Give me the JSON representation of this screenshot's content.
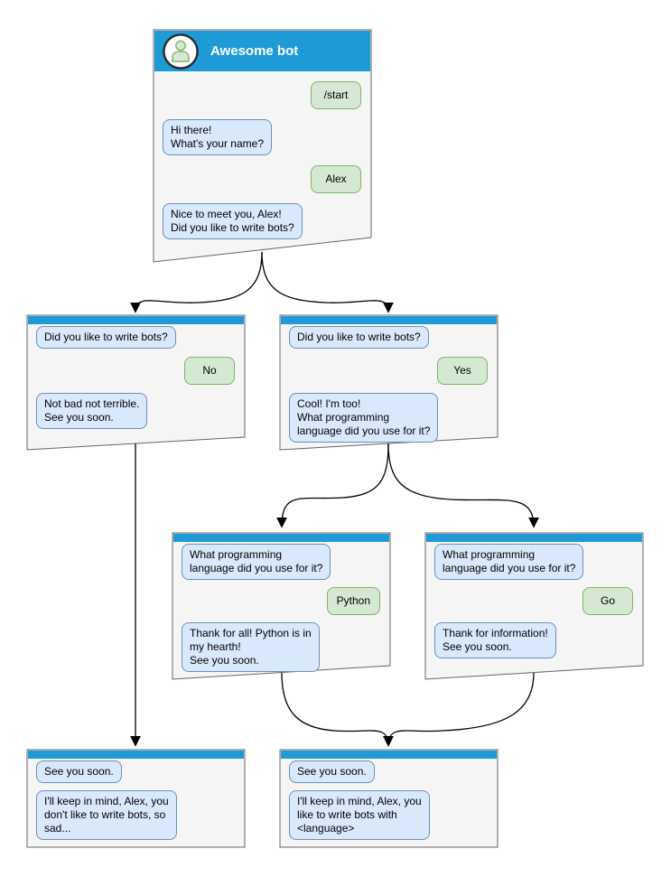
{
  "diagram_title": "Awesome bot conversation flow",
  "windows": {
    "main": {
      "title": "Awesome bot",
      "messages": [
        {
          "from": "user",
          "text": "/start"
        },
        {
          "from": "bot",
          "text": "Hi there!\nWhat's your name?"
        },
        {
          "from": "user",
          "text": "Alex"
        },
        {
          "from": "bot",
          "text": "Nice to meet you, Alex!\nDid you like to write bots?"
        }
      ]
    },
    "branch_no": {
      "messages": [
        {
          "from": "bot",
          "text": "Did you like to write bots?"
        },
        {
          "from": "user",
          "text": "No"
        },
        {
          "from": "bot",
          "text": "Not bad not terrible.\nSee you soon."
        }
      ]
    },
    "branch_yes": {
      "messages": [
        {
          "from": "bot",
          "text": "Did you like to write bots?"
        },
        {
          "from": "user",
          "text": "Yes"
        },
        {
          "from": "bot",
          "text": "Cool! I'm too!\nWhat programming\nlanguage did you use for it?"
        }
      ]
    },
    "branch_python": {
      "messages": [
        {
          "from": "bot",
          "text": "What programming\nlanguage did you use for it?"
        },
        {
          "from": "user",
          "text": "Python"
        },
        {
          "from": "bot",
          "text": "Thank for all! Python is in\nmy hearth!\nSee you soon."
        }
      ]
    },
    "branch_go": {
      "messages": [
        {
          "from": "bot",
          "text": "What programming\nlanguage did you use for it?"
        },
        {
          "from": "user",
          "text": "Go"
        },
        {
          "from": "bot",
          "text": "Thank for information!\nSee you soon."
        }
      ]
    },
    "end_no": {
      "messages": [
        {
          "from": "bot",
          "text": "See you soon."
        },
        {
          "from": "bot",
          "text": "I'll keep in mind, Alex, you\ndon't like to write bots, so\nsad..."
        }
      ]
    },
    "end_yes": {
      "messages": [
        {
          "from": "bot",
          "text": "See you soon."
        },
        {
          "from": "bot",
          "text": "I'll keep in mind, Alex, you\nlike to write bots with\n<language>"
        }
      ]
    }
  },
  "icons": {
    "avatar": "person-icon"
  },
  "colors": {
    "header_blue": "#1E9BD7",
    "bot_fill": "#DAE8FC",
    "bot_border": "#6C8EBF",
    "user_fill": "#D5E8D4",
    "user_border": "#82B366",
    "window_fill": "#F5F5F5",
    "window_border": "#666666",
    "connector": "#000000"
  }
}
